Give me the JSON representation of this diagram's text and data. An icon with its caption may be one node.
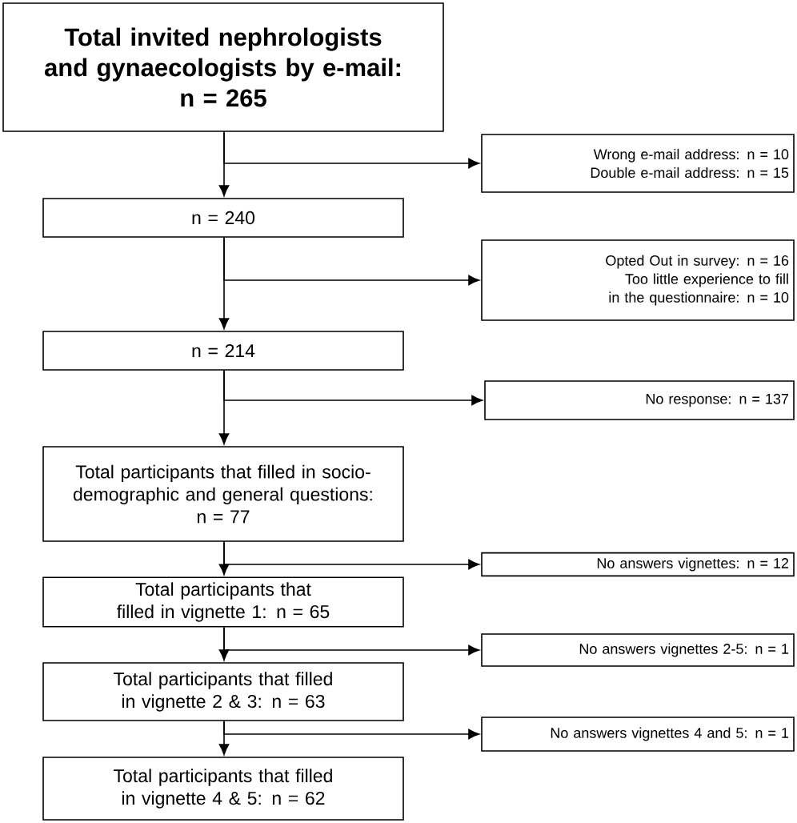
{
  "diagram": {
    "nodes": [
      {
        "text": [
          "Total invited nephrologists and gynaecologists by e-mail:",
          "n = 265"
        ]
      },
      {
        "text": [
          "Wrong e-mail address: n = 10",
          "Double e-mail address: n = 15"
        ]
      },
      {
        "text": [
          "n = 240"
        ]
      },
      {
        "text": [
          "Opted Out in survey: n = 16",
          "Too little experience to fill in the questionnaire: n = 10"
        ]
      },
      {
        "text": [
          "n = 214"
        ]
      },
      {
        "text": [
          "No response: n = 137"
        ]
      },
      {
        "text": [
          "Total participants that filled in socio-demographic and general questions:",
          "n = 77"
        ]
      },
      {
        "text": [
          "No answers vignettes: n = 12"
        ]
      },
      {
        "text": [
          "Total participants that filled in vignette 1: n = 65"
        ]
      },
      {
        "text": [
          "No answers vignettes 2-5: n = 1"
        ]
      },
      {
        "text": [
          "Total participants that filled in vignette 2 & 3: n = 63"
        ]
      },
      {
        "text": [
          "No answers vignettes 4 and 5: n = 1"
        ]
      },
      {
        "text": [
          "Total participants that filled in vignette 4 & 5: n = 62"
        ]
      }
    ],
    "edges": [
      {
        "from": 0,
        "to": 2,
        "arrow": "to"
      },
      {
        "from": 0,
        "to": 1,
        "arrow": "to"
      },
      {
        "from": 2,
        "to": 4,
        "arrow": "to"
      },
      {
        "from": 2,
        "to": 3,
        "arrow": "to"
      },
      {
        "from": 4,
        "to": 6,
        "arrow": "to"
      },
      {
        "from": 4,
        "to": 5,
        "arrow": "to"
      },
      {
        "from": 6,
        "to": 8,
        "arrow": "to"
      },
      {
        "from": 6,
        "to": 7,
        "arrow": "to"
      },
      {
        "from": 8,
        "to": 10,
        "arrow": "to"
      },
      {
        "from": 8,
        "to": 9,
        "arrow": "to"
      },
      {
        "from": 10,
        "to": 12,
        "arrow": "to"
      },
      {
        "from": 10,
        "to": 11,
        "arrow": "to"
      }
    ]
  }
}
